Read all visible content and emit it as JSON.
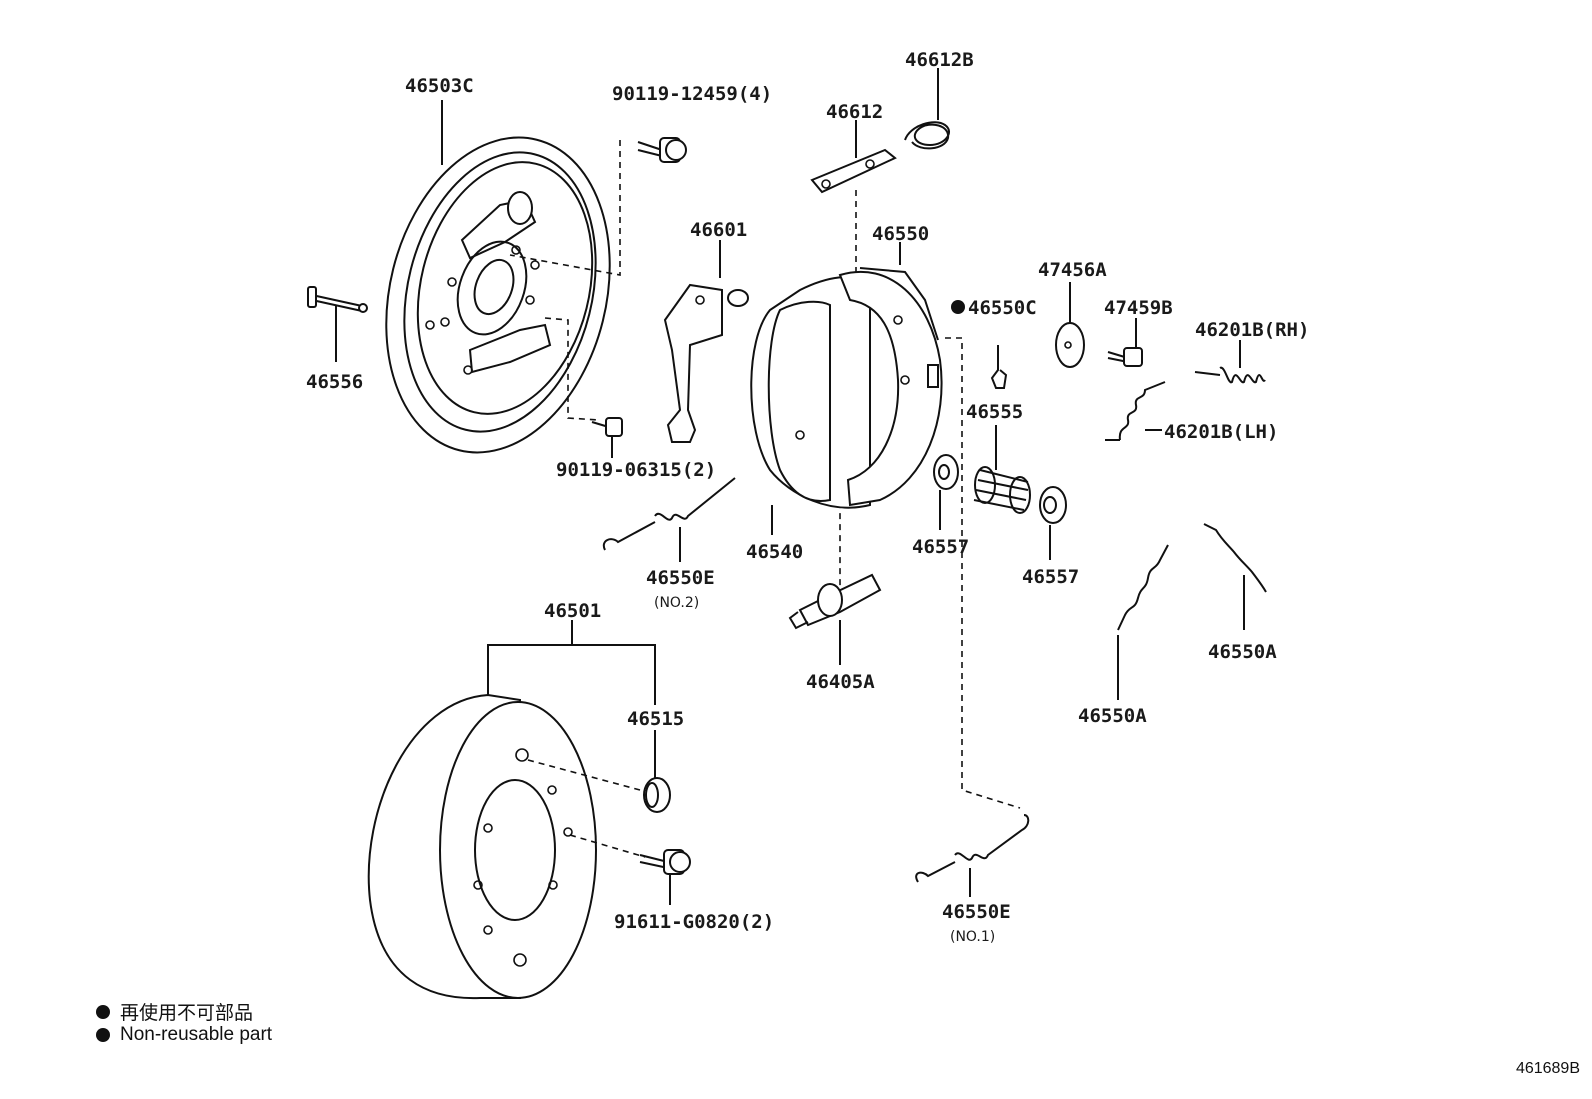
{
  "labels": {
    "backing_plate": "46503C",
    "bolt_upper": "90119-12459",
    "bolt_upper_qty": "(4)",
    "bolt_lower": "90119-06315",
    "bolt_lower_qty": "(2)",
    "pin": "46556",
    "lever": "46601",
    "strut": "46612",
    "strut_spring": "46612B",
    "shoe_assy": "46550",
    "shoe_clip": "46550C",
    "shoe": "46540",
    "spring_no2": "46550E",
    "spring_no2_sub": "(NO.2)",
    "adjuster": "46405A",
    "washer": "47456A",
    "pin_bolt": "47459B",
    "spring_rh": "46201B(RH)",
    "spring_lh": "46201B(LH)",
    "retainer_pin": "46555",
    "cup_left": "46557",
    "cup_right": "46557",
    "return_spring_a": "46550A",
    "return_spring_b": "46550A",
    "drum_assy": "46501",
    "plug": "46515",
    "drum_bolt": "91611-G0820",
    "drum_bolt_qty": "(2)",
    "spring_no1": "46550E",
    "spring_no1_sub": "(NO.1)"
  },
  "legend": {
    "ja": "再使用不可部品",
    "en": "Non-reusable part"
  },
  "figure_code": "461689B"
}
